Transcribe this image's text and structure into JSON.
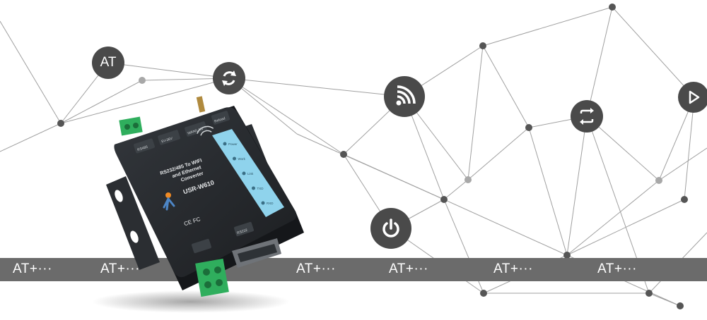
{
  "icons": {
    "at": "AT",
    "refresh": "refresh-icon",
    "wifi": "wifi-icon",
    "power": "power-icon",
    "cycle": "cycle-icon",
    "play": "play-icon"
  },
  "band": {
    "labels": [
      "AT+···",
      "AT+···",
      "AT+···",
      "AT+···",
      "AT+···",
      "AT+···"
    ]
  },
  "device": {
    "title_line1": "RS232/485 To WIFI",
    "title_line2": "and Ethernet",
    "title_line3": "Converter",
    "model": "USR-W610",
    "leds": [
      "Power",
      "Work",
      "Link",
      "TXD",
      "RXD"
    ],
    "cert": "CE FC",
    "port_485": "RS485",
    "port_power": "5V-36V",
    "port_wan": "WAN/LAN",
    "port_reset": "Reload",
    "port_bottom": "RS232"
  },
  "colors": {
    "line": "#9a9a9a",
    "node": "#555555",
    "node_light": "#a8a8a8",
    "icon_bg": "#4a4a4a",
    "band": "#6b6b6b",
    "device_body": "#24272b",
    "device_panel": "#8fd3ec",
    "terminal": "#2fae5d"
  }
}
